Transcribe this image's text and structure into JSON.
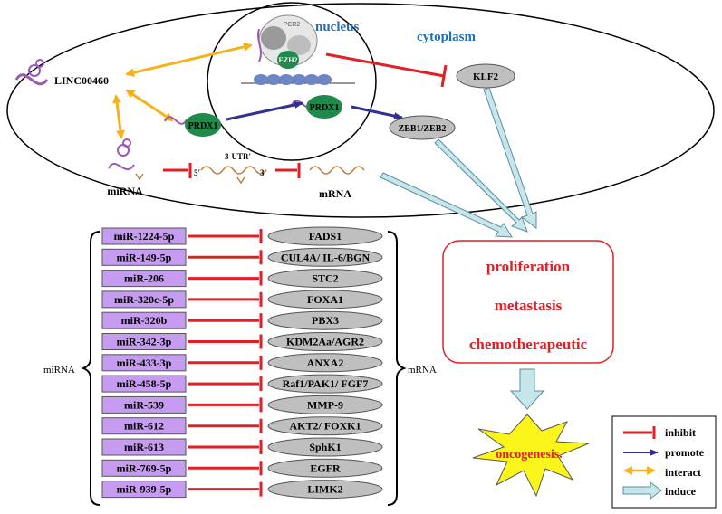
{
  "nucleus_label": "nucleus",
  "cytoplasm_label": "cytoplasm",
  "lnc_label": "LINC00460",
  "prc2_label": "PCR2",
  "ezh2_label": "EZH2",
  "prdx1_label": "PRDX1",
  "klf2_label": "KLF2",
  "zeb_label": "ZEB1/ZEB2",
  "utr_label": "3-UTR'",
  "five_prime": "5'",
  "three_prime": "3'",
  "mirna_label": "miRNA",
  "mrna_label": "mRNA",
  "outcomes": [
    "proliferation",
    "metastasis",
    "chemotherapeutic"
  ],
  "oncogenesis_label": "oncogenesis.",
  "mir_pairs": [
    {
      "mir": "miR-1224-5p",
      "target": "FADS1"
    },
    {
      "mir": "miR-149-5p",
      "target": "CUL4A/ IL-6/BGN"
    },
    {
      "mir": "miR-206",
      "target": "STC2"
    },
    {
      "mir": "miR-320c-5p",
      "target": "FOXA1"
    },
    {
      "mir": "miR-320b",
      "target": "PBX3"
    },
    {
      "mir": "miR-342-3p",
      "target": "KDM2Aa/AGR2"
    },
    {
      "mir": "miR-433-3p",
      "target": "ANXA2"
    },
    {
      "mir": "miR-458-5p",
      "target": "Raf1/PAK1/ FGF7"
    },
    {
      "mir": "miR-539",
      "target": "MMP-9"
    },
    {
      "mir": "miR-612",
      "target": "AKT2/ FOXK1"
    },
    {
      "mir": "miR-613",
      "target": "SphK1"
    },
    {
      "mir": "miR-769-5p",
      "target": "EGFR"
    },
    {
      "mir": "miR-939-5p",
      "target": "LIMK2"
    }
  ],
  "bracket_left_label": "miRNA",
  "bracket_right_label": "mRNA",
  "legend": {
    "inhibit": "inhibit",
    "promote": "promote",
    "interact": "interact",
    "induce": "induce"
  },
  "colors": {
    "inhibit": "#e31e24",
    "promote": "#2e3192",
    "interact": "#f7b21b",
    "induce_fill": "#c6e6ec",
    "induce_stroke": "#5b8f9a",
    "mir_box": "#c59cf0",
    "target_oval": "#bfbfbf",
    "prdx1": "#1f8a4c",
    "label_blue": "#1f6fb8",
    "outcome_red": "#e31e24",
    "star": "#fbf51b"
  }
}
